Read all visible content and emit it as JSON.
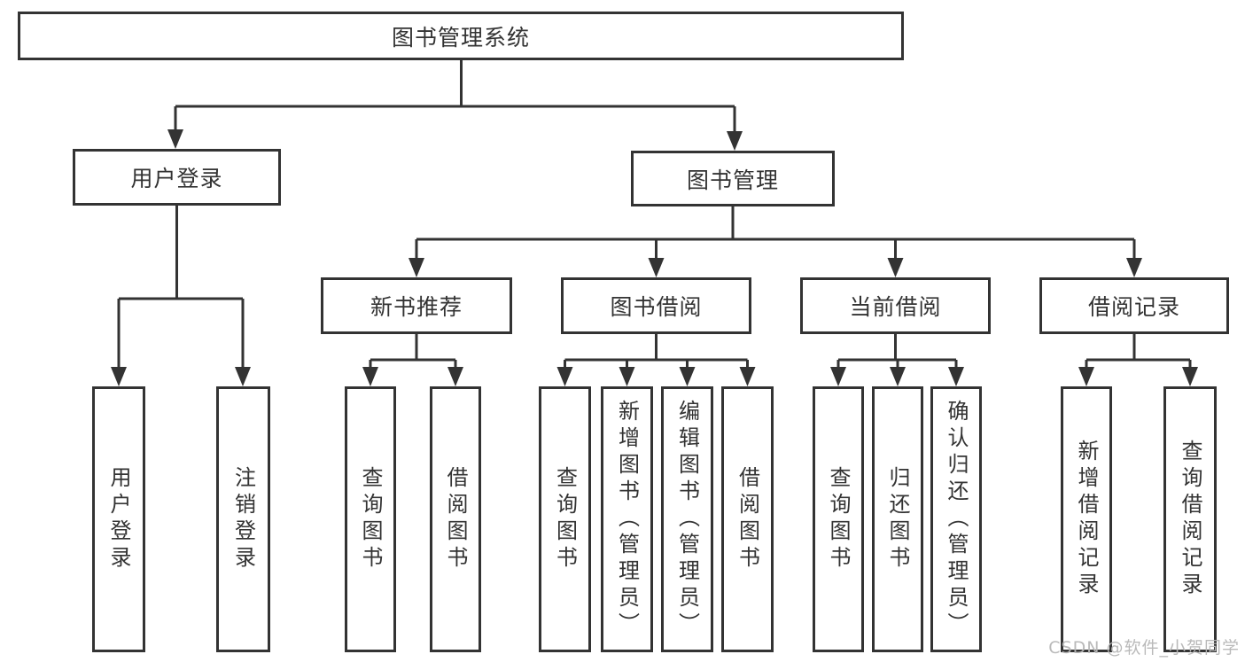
{
  "diagram": {
    "root": {
      "label": "图书管理系统"
    },
    "level1": [
      {
        "label": "用户登录",
        "children": [
          {
            "label": "用户登录"
          },
          {
            "label": "注销登录"
          }
        ]
      },
      {
        "label": "图书管理",
        "children": [
          {
            "label": "新书推荐",
            "children": [
              {
                "label": "查询图书"
              },
              {
                "label": "借阅图书"
              }
            ]
          },
          {
            "label": "图书借阅",
            "children": [
              {
                "label": "查询图书"
              },
              {
                "label": "新增图书（管理员）"
              },
              {
                "label": "编辑图书（管理员）"
              },
              {
                "label": "借阅图书"
              }
            ]
          },
          {
            "label": "当前借阅",
            "children": [
              {
                "label": "查询图书"
              },
              {
                "label": "归还图书"
              },
              {
                "label": "确认归还（管理员）"
              }
            ]
          },
          {
            "label": "借阅记录",
            "children": [
              {
                "label": "新增借阅记录"
              },
              {
                "label": "查询借阅记录"
              }
            ]
          }
        ]
      }
    ]
  },
  "watermark": {
    "text": "CSDN @软件_小贺同学"
  },
  "colors": {
    "line": "#333333",
    "text": "#333333",
    "background": "#ffffff",
    "watermark": "#b6b6b6"
  }
}
